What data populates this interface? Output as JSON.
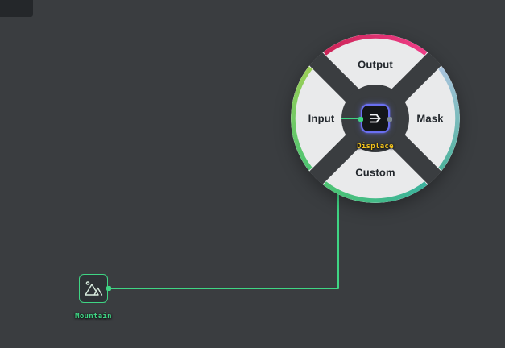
{
  "colors": {
    "bg": "#3a3d40",
    "panel": "#24272a",
    "segment": "#e9eaeb",
    "segment_text": "#23282d",
    "wire": "#3fd584",
    "gold": "#f2c21c",
    "node_fill": "#141619",
    "node_accent": "#6a6ff0",
    "icon": "#f2f4f6",
    "mountain_icon": "#d9ecdf"
  },
  "radial_menu": {
    "options": [
      {
        "label": "Output",
        "position": "top",
        "arc": [
          "#cc2457",
          "#ef3d87"
        ]
      },
      {
        "label": "Input",
        "position": "left",
        "arc": [
          "#4cc472",
          "#9bcf56"
        ]
      },
      {
        "label": "Mask",
        "position": "right",
        "arc": [
          "#a9c3dd",
          "#4db39c"
        ]
      },
      {
        "label": "Custom",
        "position": "bottom",
        "arc": [
          "#3cb29e",
          "#4cc472"
        ]
      }
    ],
    "center_node": {
      "label": "Displace",
      "icon": "displace-arrow-icon"
    }
  },
  "nodes": [
    {
      "label": "Mountain",
      "icon": "mountain-icon"
    }
  ],
  "wire": {
    "from": "Mountain",
    "to": "Displace"
  }
}
